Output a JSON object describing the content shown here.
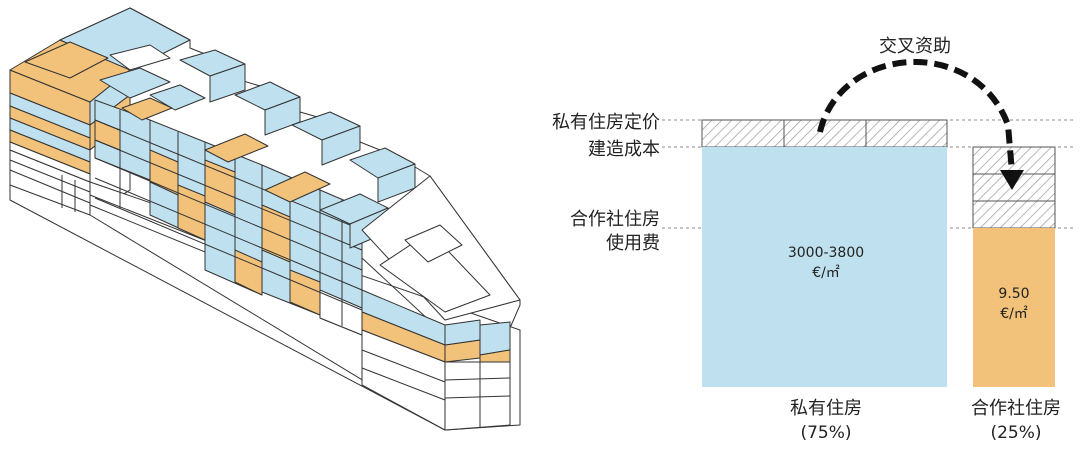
{
  "colors": {
    "blue": "#bfe0ee",
    "orange": "#f2c27a",
    "line": "#333333",
    "dash": "#888888",
    "hatch": "#999999",
    "arrow": "#111111"
  },
  "labels": {
    "cross_subsidy": "交叉资助",
    "private_price": "私有住房定价",
    "construction_cost": "建造成本",
    "coop_fee_line1": "合作社住房",
    "coop_fee_line2": "使用费"
  },
  "bars": {
    "private": {
      "value_line1": "3000-3800",
      "value_line2": "€/㎡",
      "name": "私有住房",
      "share": "(75%)"
    },
    "coop": {
      "value_line1": "9.50",
      "value_line2": "€/㎡",
      "name": "合作社住房",
      "share": "(25%)"
    }
  },
  "icons": {
    "subsidy_arrow": "dashed-curved-arrow-icon",
    "building": "isometric-building-icon"
  }
}
